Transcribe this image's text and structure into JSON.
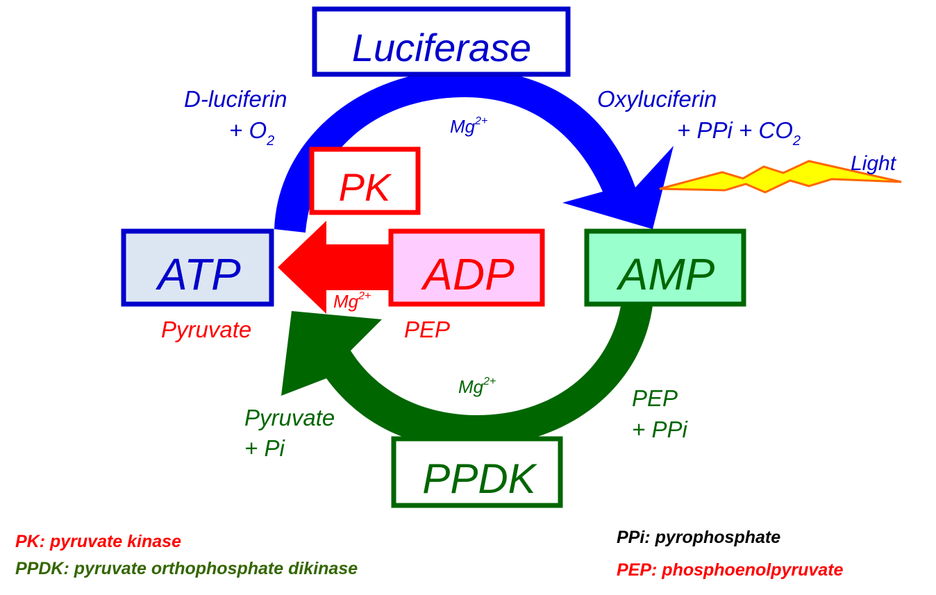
{
  "colors": {
    "blue": "#0000cc",
    "red": "#ff0000",
    "green": "#006600",
    "darkgreen": "#336600",
    "black": "#000000",
    "atp_fill": "#dce6f2",
    "adp_fill": "#ffccff",
    "amp_fill": "#99ffcc",
    "light_fill": "#ffff00",
    "light_stroke": "#ff6600"
  },
  "nodes": {
    "luciferase": "Luciferase",
    "pk": "PK",
    "atp": "ATP",
    "adp": "ADP",
    "amp": "AMP",
    "ppdk": "PPDK"
  },
  "labels": {
    "d_luciferin": "D-luciferin",
    "plus_o": "+ O",
    "o_sub": "2",
    "oxyluciferin": "Oxyluciferin",
    "ppi_co": "+ PPi + CO",
    "co_sub": "2",
    "light": "Light",
    "mg": "Mg",
    "mg_sup": "2+",
    "pyruvate_red": "Pyruvate",
    "pep_red": "PEP",
    "pep_green": "PEP",
    "plus_ppi": "+ PPi",
    "pyruvate_green": "Pyruvate",
    "plus_pi": "+ Pi"
  },
  "legend": {
    "pk": "PK: pyruvate kinase",
    "ppdk": "PPDK: pyruvate orthophosphate dikinase",
    "ppi": "PPi: pyrophosphate",
    "pep": "PEP: phosphoenolpyruvate"
  }
}
